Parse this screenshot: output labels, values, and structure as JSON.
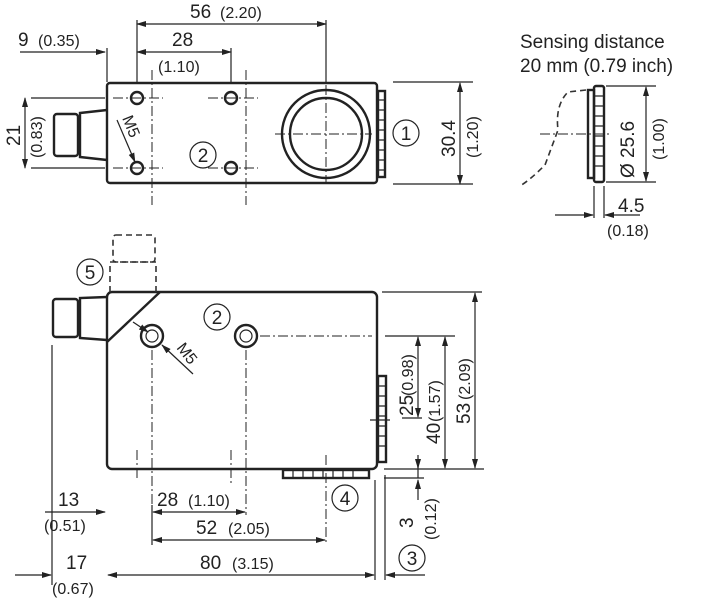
{
  "top_view": {
    "dim_56": "56",
    "dim_56_in": "(2.20)",
    "dim_28": "28",
    "dim_28_in": "(1.10)",
    "dim_9": "9",
    "dim_9_in": "(0.35)",
    "dim_21": "21",
    "dim_21_in": "(0.83)",
    "dim_30_4": "30.4",
    "dim_30_4_in": "(1.20)",
    "thread": "M5",
    "callout_1": "1",
    "callout_2": "2"
  },
  "detail": {
    "title_line1": "Sensing distance",
    "title_line2": "20 mm (0.79 inch)",
    "dim_dia": "Ø 25.6",
    "dim_dia_in": "(1.00)",
    "dim_4_5": "4.5",
    "dim_4_5_in": "(0.18)"
  },
  "side_view": {
    "callout_5": "5",
    "callout_2": "2",
    "callout_4": "4",
    "callout_3": "3",
    "thread": "M5",
    "dim_25": "25",
    "dim_25_in": "(0.98)",
    "dim_40": "40",
    "dim_40_in": "(1.57)",
    "dim_53": "53",
    "dim_53_in": "(2.09)",
    "dim_3": "3",
    "dim_3_in": "(0.12)",
    "dim_13": "13",
    "dim_13_in": "(0.51)",
    "dim_28": "28",
    "dim_28_in": "(1.10)",
    "dim_52": "52",
    "dim_52_in": "(2.05)",
    "dim_17": "17",
    "dim_17_in": "(0.67)",
    "dim_80": "80",
    "dim_80_in": "(3.15)"
  }
}
